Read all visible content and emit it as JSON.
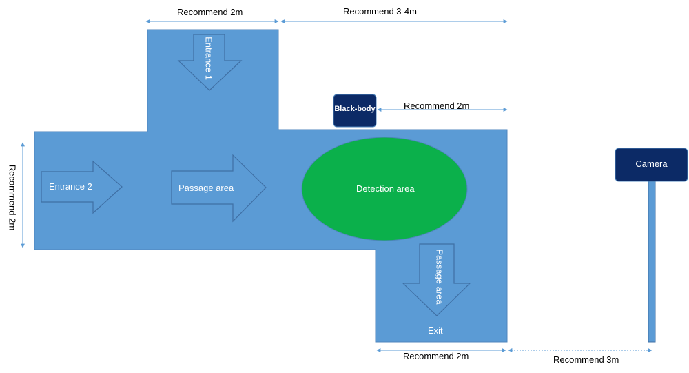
{
  "colors": {
    "floor": "#5b9bd5",
    "floor_border": "#4f86bd",
    "detection": "#0bb04b",
    "box": "#0c2a66",
    "dimension": "#5b9bd5",
    "dim_text": "#000000"
  },
  "labels": {
    "entrance1": "Entrance 1",
    "entrance2": "Entrance 2",
    "passage_main": "Passage area",
    "passage_exit": "Passage area",
    "exit": "Exit",
    "detection": "Detection area",
    "blackbody": "Black-body",
    "camera": "Camera"
  },
  "dimensions": {
    "top_entrance_width": "Recommend 2m",
    "top_span": "Recommend 3-4m",
    "blackbody_distance": "Recommend 2m",
    "left_height": "Recommend 2m",
    "exit_width": "Recommend 2m",
    "camera_distance": "Recommend 3m"
  }
}
